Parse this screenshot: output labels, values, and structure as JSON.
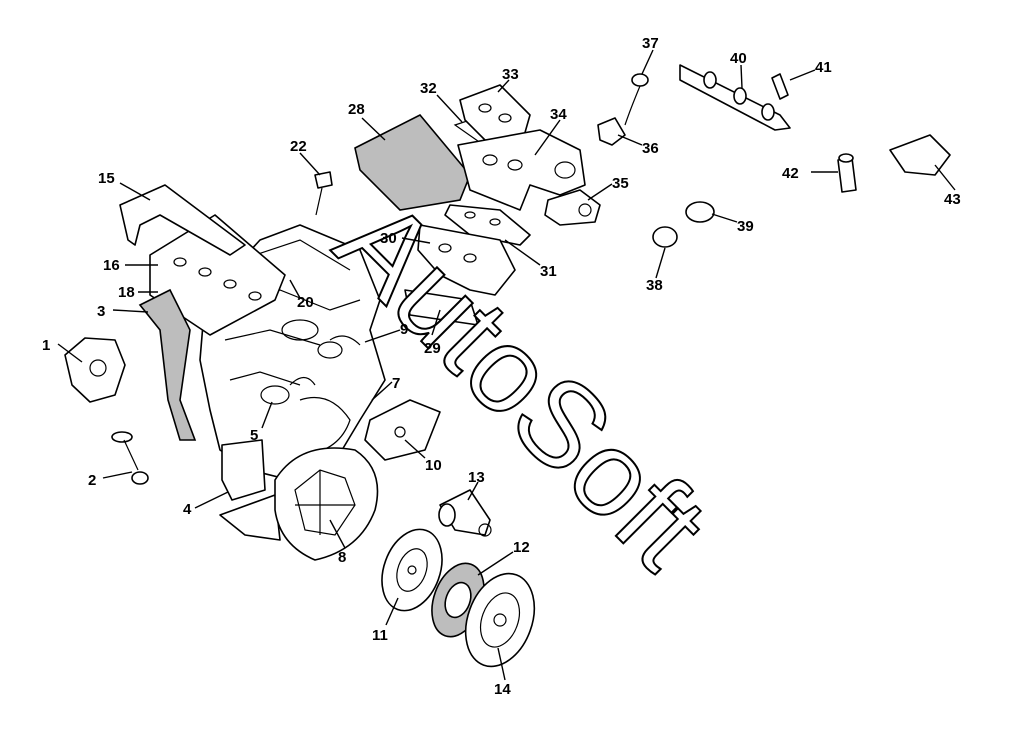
{
  "watermark": "AutoSoft",
  "callouts": [
    "1",
    "2",
    "3",
    "4",
    "5",
    "7",
    "8",
    "9",
    "10",
    "11",
    "12",
    "13",
    "14",
    "15",
    "16",
    "18",
    "20",
    "22",
    "28",
    "29",
    "30",
    "31",
    "32",
    "33",
    "34",
    "35",
    "36",
    "37",
    "38",
    "39",
    "40",
    "41",
    "42",
    "43"
  ],
  "colors": {
    "line": "#000000",
    "background": "#ffffff",
    "shading": "#bdbdbd"
  }
}
